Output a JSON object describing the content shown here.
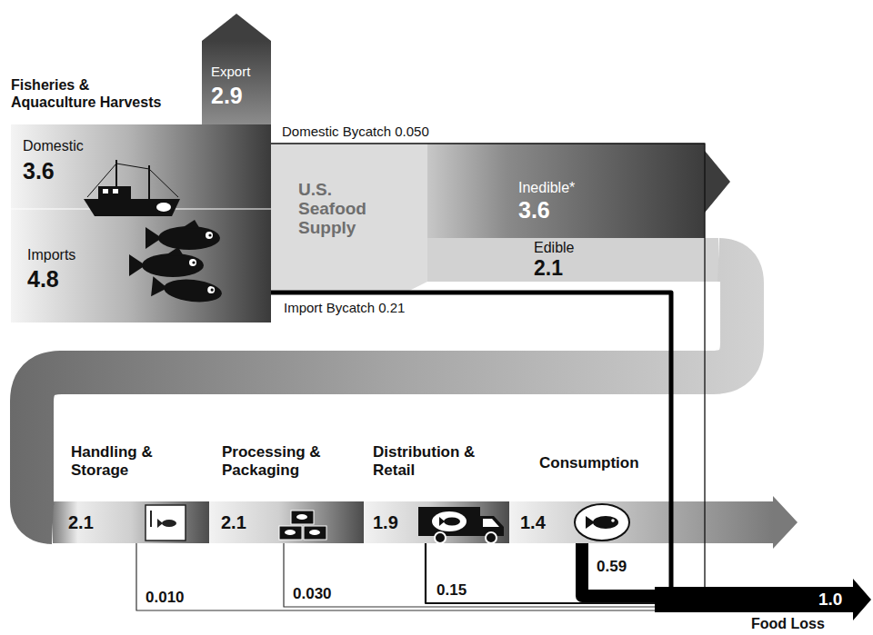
{
  "diagram": {
    "nodes": [
      {
        "text": [
          "Fisheries & Aquaculture Harvests"
        ]
      },
      {
        "text": [
          "Domestic",
          "3.6"
        ],
        "in": 0
      },
      {
        "text": [
          "Imports",
          "4.8"
        ],
        "in": 0
      },
      {
        "text": [
          "Export",
          "2.9"
        ]
      },
      {
        "text": [
          "U.S. Seafood Supply"
        ]
      },
      {
        "text": [
          "Inedible*",
          "3.6"
        ]
      },
      {
        "text": [
          "Edible",
          "2.1"
        ]
      },
      {
        "text": [
          "Handling & Storage",
          "2.1"
        ]
      },
      {
        "text": [
          "Processing & Packaging",
          "2.1"
        ]
      },
      {
        "text": [
          "Distribution & Retail",
          "1.9"
        ]
      },
      {
        "text": [
          "Consumption",
          "1.4"
        ]
      },
      {
        "text": [
          "1.0",
          "Food Loss"
        ]
      }
    ],
    "edges": [
      {
        "from": 6,
        "to": 7,
        "arrow": "none"
      },
      {
        "from": 1,
        "to": 11,
        "label": "Domestic Bycatch 0.050",
        "arrow": "none"
      },
      {
        "from": 2,
        "to": 11,
        "label": "Import Bycatch 0.21",
        "arrow": "none"
      },
      {
        "from": 7,
        "to": 11,
        "label": "0.010",
        "arrow": "none"
      },
      {
        "from": 8,
        "to": 11,
        "label": "0.030",
        "arrow": "none"
      },
      {
        "from": 9,
        "to": 11,
        "label": "0.15",
        "arrow": "none"
      },
      {
        "from": 10,
        "to": 11,
        "label": "0.59",
        "arrow": "none"
      }
    ]
  }
}
